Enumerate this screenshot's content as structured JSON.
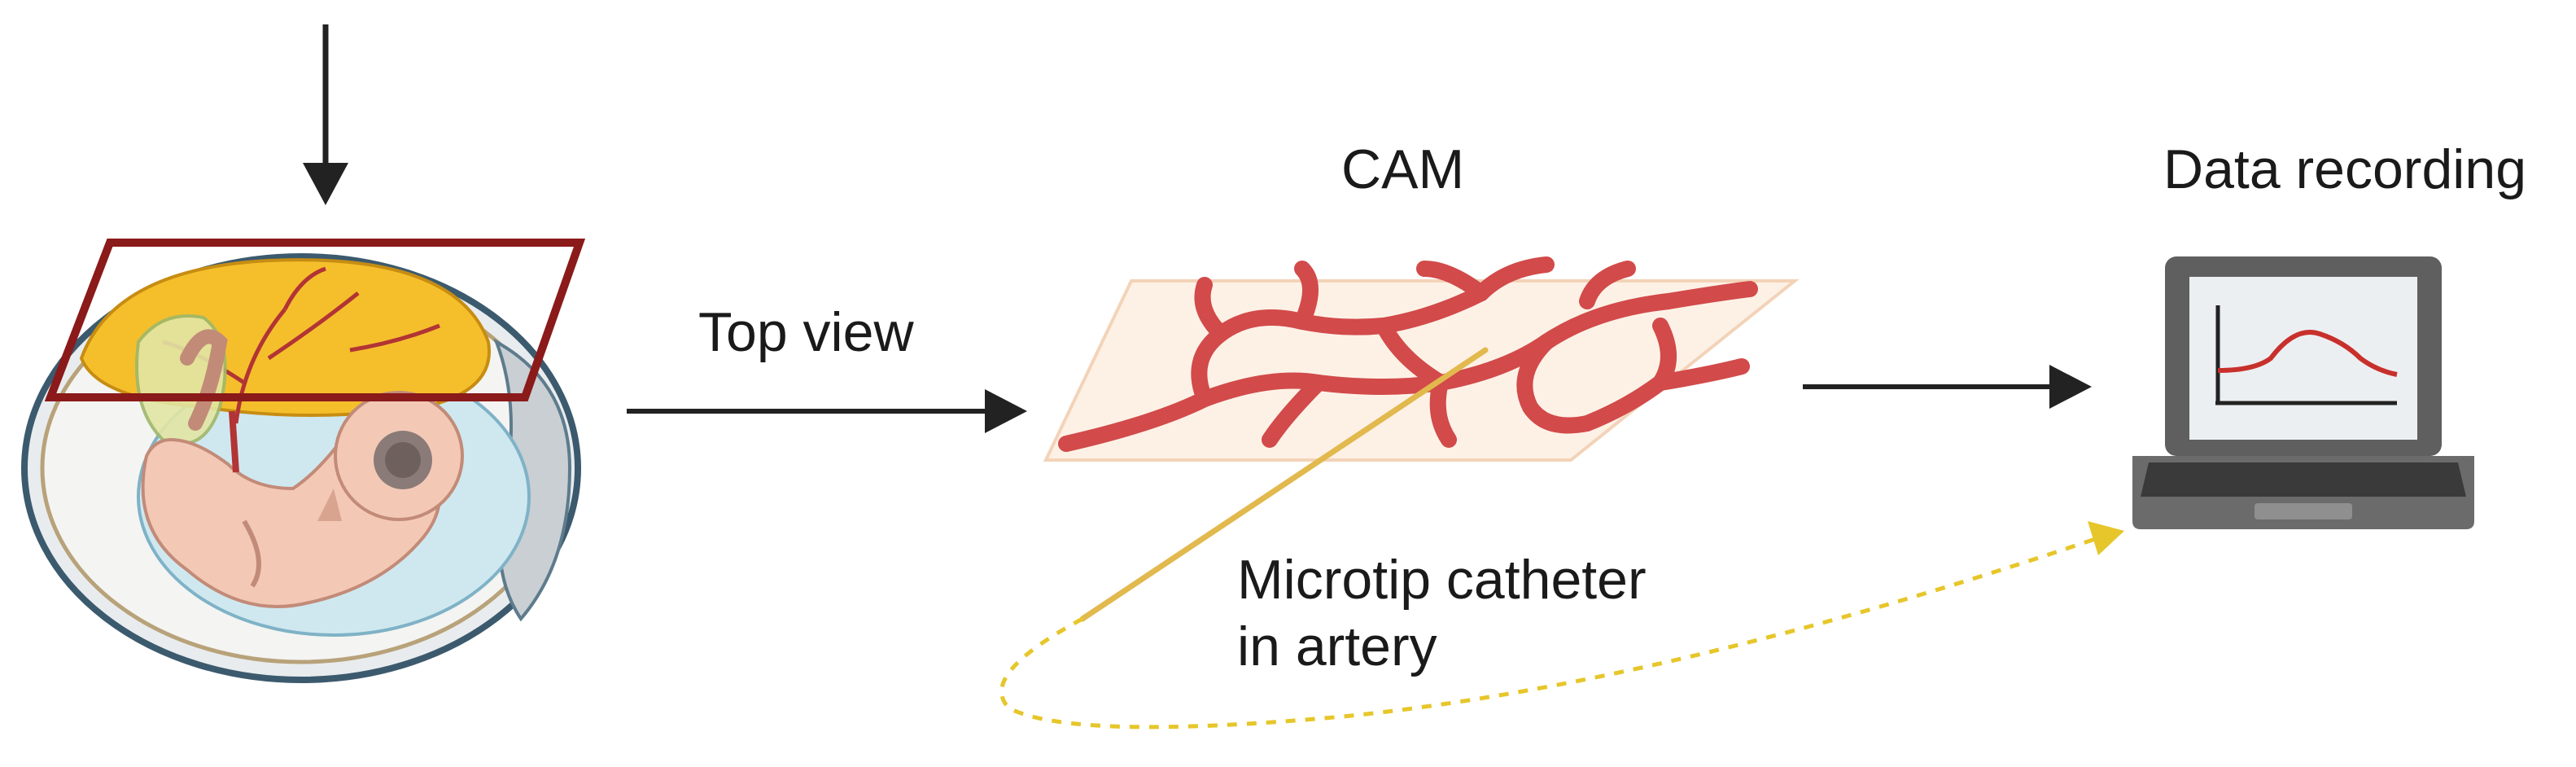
{
  "labels": {
    "cam": "CAM",
    "data_recording": "Data recording",
    "top_view": "Top view",
    "catheter_line1": "Microtip catheter",
    "catheter_line2": "in artery"
  },
  "colors": {
    "arrow": "#222222",
    "frame": "#8b1a1a",
    "vessel": "#d24a4a",
    "vessel_dark": "#b23434",
    "yolk": "#f5bf2c",
    "embryo": "#f3c9b6",
    "membrane_sheet": "#fdf1e6",
    "catheter": "#e2b94d",
    "signal_path": "#e6c62a",
    "laptop_body": "#5f5f5f",
    "screen": "#eceff1"
  }
}
